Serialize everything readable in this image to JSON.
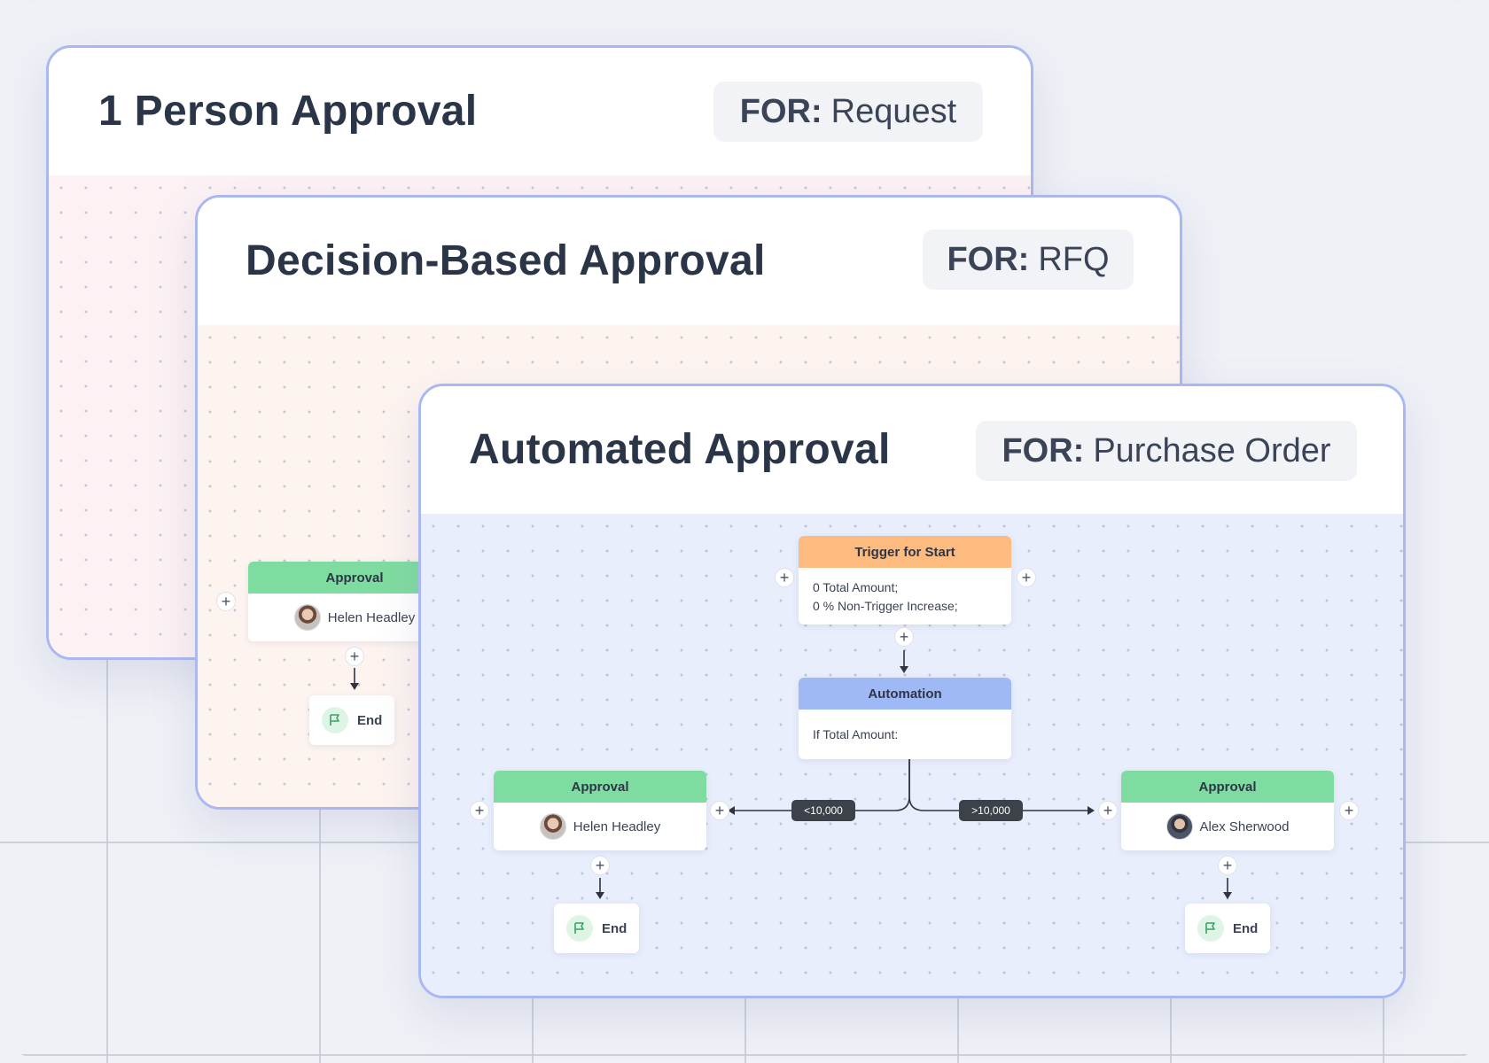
{
  "cards": {
    "person": {
      "title": "1 Person Approval",
      "for_label": "FOR:",
      "for_value": "Request"
    },
    "decision": {
      "title": "Decision-Based Approval",
      "for_label": "FOR:",
      "for_value": "RFQ",
      "approval_label": "Approval",
      "approver": "Helen Headley",
      "end_label": "End"
    },
    "automated": {
      "title": "Automated Approval",
      "for_label": "FOR:",
      "for_value": "Purchase Order",
      "trigger": {
        "label": "Trigger for Start",
        "lines": [
          "0 Total Amount;",
          "0 % Non-Trigger Increase;"
        ]
      },
      "automation": {
        "label": "Automation",
        "condition": "If Total Amount:"
      },
      "left_branch": {
        "badge": "<10,000",
        "approval_label": "Approval",
        "approver": "Helen Headley",
        "end_label": "End"
      },
      "right_branch": {
        "badge": ">10,000",
        "approval_label": "Approval",
        "approver": "Alex Sherwood",
        "end_label": "End"
      }
    }
  },
  "icons": {
    "add": "plus-icon",
    "end": "flag-icon",
    "avatar": "avatar"
  },
  "colors": {
    "border": "#aab8f2",
    "approval_head": "#7fdca0",
    "trigger_head": "#fdbb80",
    "automation_head": "#9eb9f6",
    "badge": "#3d4149"
  }
}
